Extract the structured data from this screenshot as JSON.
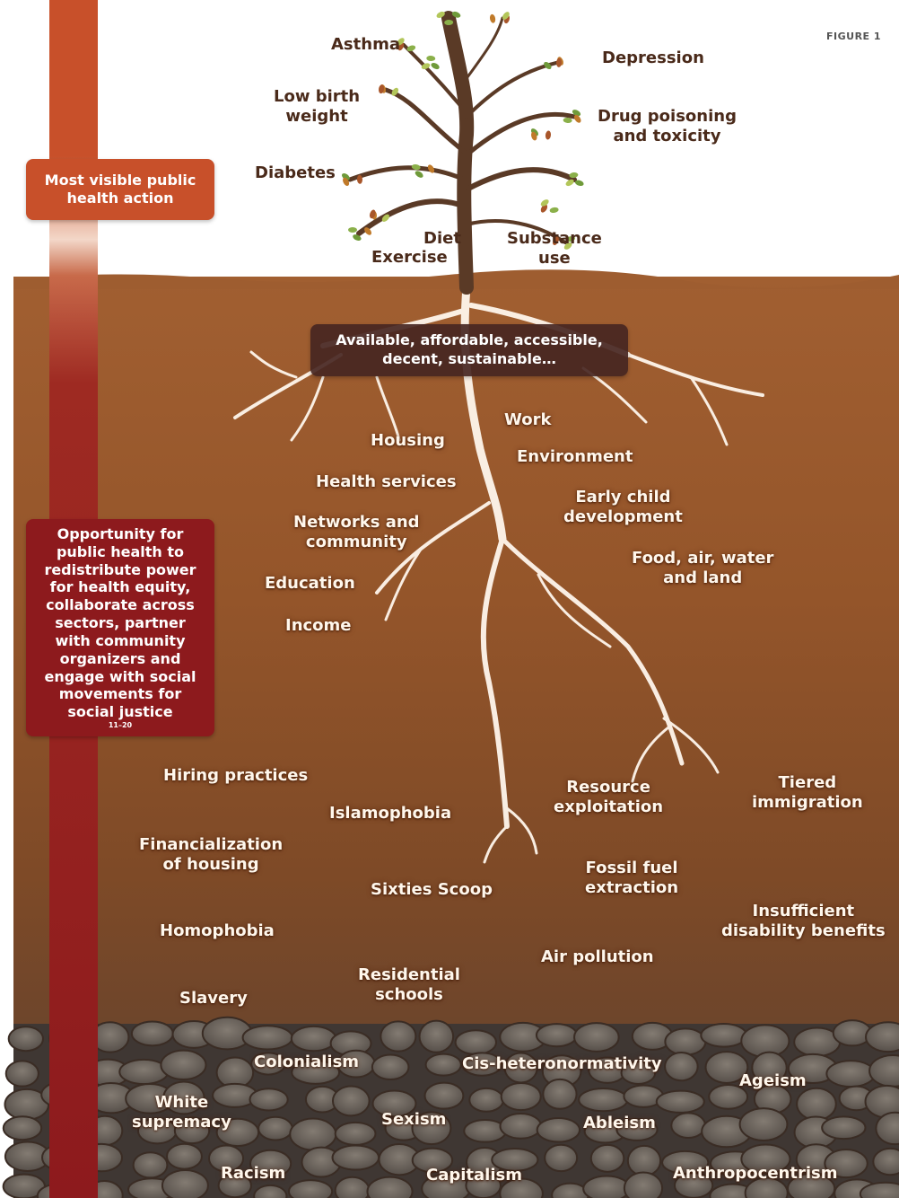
{
  "figure_label": "FIGURE 1",
  "side_boxes": {
    "visible": "Most visible public\nhealth action",
    "opportunity": "Opportunity for\npublic health to\nredistribute power\nfor health equity,\ncollaborate across\nsectors, partner\nwith community\norganizers and\nengage with social\nmovements for\nsocial justice",
    "opportunity_refs": "11–20"
  },
  "center_box": "Available, affordable, accessible,\ndecent, sustainable…",
  "tree_labels": {
    "asthma": "Asthma",
    "low_birth_weight": "Low birth\nweight",
    "diabetes": "Diabetes",
    "depression": "Depression",
    "drug_poisoning": "Drug poisoning\nand toxicity",
    "diet": "Diet",
    "exercise": "Exercise",
    "substance_use": "Substance\nuse"
  },
  "root_labels": {
    "work": "Work",
    "housing": "Housing",
    "environment": "Environment",
    "health_services": "Health services",
    "early_child": "Early child\ndevelopment",
    "networks": "Networks and\ncommunity",
    "food": "Food, air, water\nand land",
    "education": "Education",
    "income": "Income"
  },
  "soil_labels": {
    "hiring": "Hiring practices",
    "islamophobia": "Islamophobia",
    "resource": "Resource\nexploitation",
    "tiered": "Tiered\nimmigration",
    "financialization": "Financialization\nof housing",
    "sixties": "Sixties Scoop",
    "fossil": "Fossil fuel\nextraction",
    "homophobia": "Homophobia",
    "disability": "Insufficient\ndisability benefits",
    "air_pollution": "Air pollution",
    "residential": "Residential\nschools",
    "slavery": "Slavery"
  },
  "bedrock_labels": {
    "colonialism": "Colonialism",
    "cishet": "Cis-heteronormativity",
    "ageism": "Ageism",
    "white_supremacy": "White\nsupremacy",
    "sexism": "Sexism",
    "ableism": "Ableism",
    "racism": "Racism",
    "capitalism": "Capitalism",
    "anthropocentrism": "Anthropocentrism"
  },
  "colors": {
    "sky": "#ffffff",
    "soil_top": "#9a5a2c",
    "soil_mid": "#8a4a22",
    "soil_deep": "#5e3a22",
    "rock": "#6d655e",
    "bar_top": "#c8502a",
    "bar_bottom": "#8d1a1d",
    "roots": "#fff6ec",
    "trunk": "#5a3a26"
  }
}
